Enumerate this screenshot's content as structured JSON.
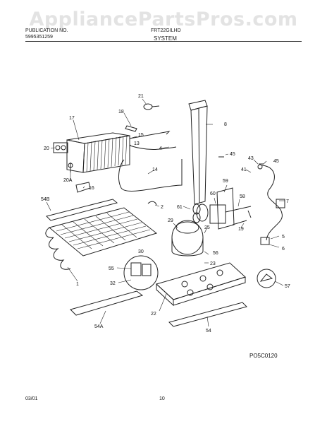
{
  "watermark": "AppliancePartsPros.com",
  "header": {
    "left_line1": "PUBLICATION NO.",
    "left_line2": "5995351259",
    "right_line1": "FRT22GILHD",
    "section_title": "SYSTEM"
  },
  "diagram_code": "PO5C0120",
  "footer": {
    "date": "03/01",
    "page": "10"
  },
  "callouts": {
    "c21": "21",
    "c18": "18",
    "c17": "17",
    "c15": "15",
    "c13": "13",
    "c4": "4",
    "c20": "20",
    "c8": "8",
    "c45a": "45",
    "c43": "43",
    "c45b": "45",
    "c41": "41",
    "c14": "14",
    "c20a": "20A",
    "c16": "16",
    "c60": "60",
    "c59": "59",
    "c58": "58",
    "c54b": "54B",
    "c2": "2",
    "c61": "61",
    "c7": "7",
    "c29": "29",
    "c25": "25",
    "c19": "19",
    "c5": "5",
    "c30": "30",
    "c6": "6",
    "c56": "56",
    "c55": "55",
    "c23": "23",
    "c1": "1",
    "c32": "32",
    "c57": "57",
    "c22": "22",
    "c54a": "54A",
    "c54": "54"
  }
}
